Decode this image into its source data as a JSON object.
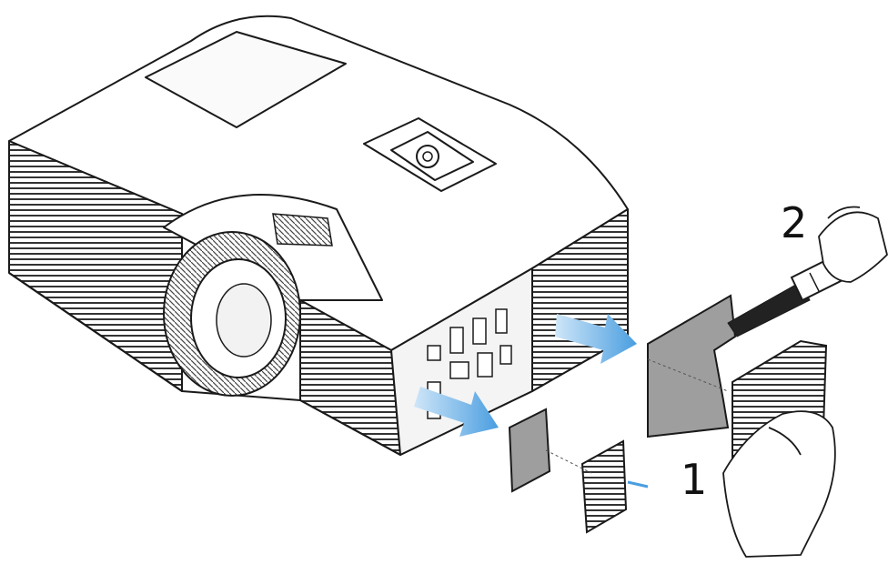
{
  "steps": [
    {
      "label": "2"
    },
    {
      "label": "1"
    }
  ],
  "icons": {
    "projector": "projector-illustration",
    "power_button": "power-button-icon",
    "screwdriver": "screwdriver-icon",
    "hands": "hand-icon",
    "arrows": "blue-arrow-icon"
  },
  "colors": {
    "line": "#1a1a1a",
    "arrow_fill": "#5aa7e0",
    "arrow_stripe": "#cfe6f8",
    "panel": "#9e9e9e",
    "body": "#ffffff"
  }
}
